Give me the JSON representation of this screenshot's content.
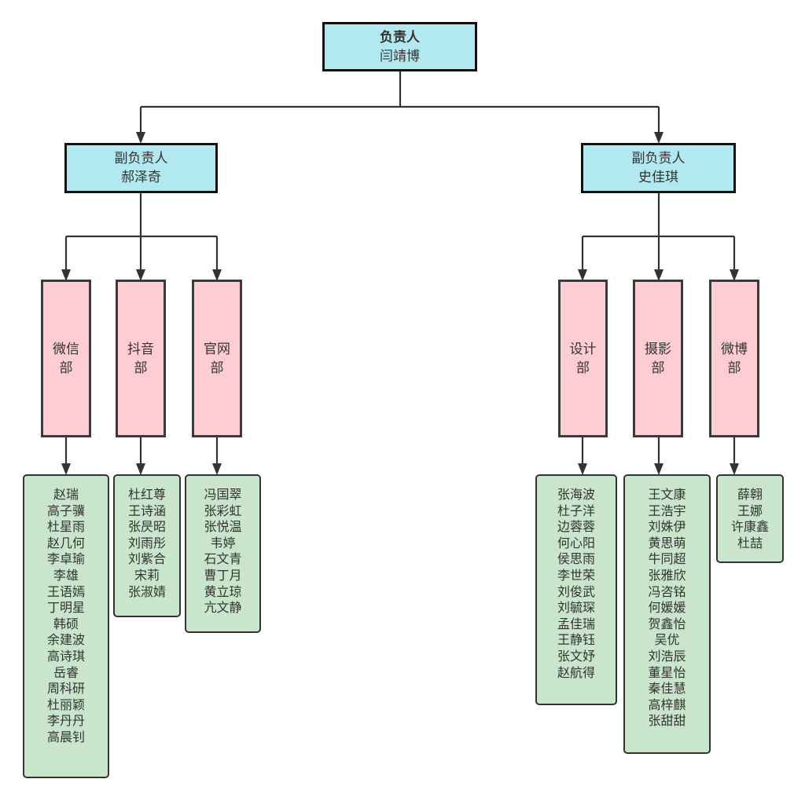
{
  "colors": {
    "leader_fill": "#b2e8f0",
    "department_fill": "#fecdd2",
    "members_fill": "#c9e6cc",
    "line": "#333333"
  },
  "head": {
    "role": "负责人",
    "name": "闫靖博"
  },
  "deputies": [
    {
      "role": "副负责人",
      "name": "郝泽奇",
      "departments": [
        {
          "name_line1": "微信",
          "name_line2": "部",
          "members": [
            "赵瑞",
            "高子骥",
            "杜星雨",
            "赵几何",
            "李卓瑜",
            "李雄",
            "王语嫣",
            "丁明星",
            "韩硕",
            "余建波",
            "高诗琪",
            "岳睿",
            "周科研",
            "杜丽颖",
            "李丹丹",
            "高晨钊"
          ]
        },
        {
          "name_line1": "抖音",
          "name_line2": "部",
          "members": [
            "杜红尊",
            "王诗涵",
            "张昃昭",
            "刘雨彤",
            "刘紫合",
            "宋莉",
            "张淑婧"
          ]
        },
        {
          "name_line1": "官网",
          "name_line2": "部",
          "members": [
            "冯国翠",
            "张彩虹",
            "张悦温",
            "韦婷",
            "石文青",
            "曹丁月",
            "黄立琼",
            "亢文静"
          ]
        }
      ]
    },
    {
      "role": "副负责人",
      "name": "史佳琪",
      "departments": [
        {
          "name_line1": "设计",
          "name_line2": "部",
          "members": [
            "张海波",
            "杜子洋",
            "边蓉蓉",
            "何心阳",
            "侯思雨",
            "李世荣",
            "刘俊武",
            "刘毓琛",
            "孟佳瑞",
            "王静钰",
            "张文妤",
            "赵航得"
          ]
        },
        {
          "name_line1": "摄影",
          "name_line2": "部",
          "members": [
            "王文康",
            "王浩宇",
            "刘姝伊",
            "黄思萌",
            "牛同超",
            "张雅欣",
            "冯咨铭",
            "何媛媛",
            "贺鑫怡",
            "吴优",
            "刘浩辰",
            "董星怡",
            "秦佳慧",
            "高梓麒",
            "张甜甜"
          ]
        },
        {
          "name_line1": "微博",
          "name_line2": "部",
          "members": [
            "薛翱",
            "王娜",
            "许康鑫",
            "杜喆"
          ]
        }
      ]
    }
  ]
}
